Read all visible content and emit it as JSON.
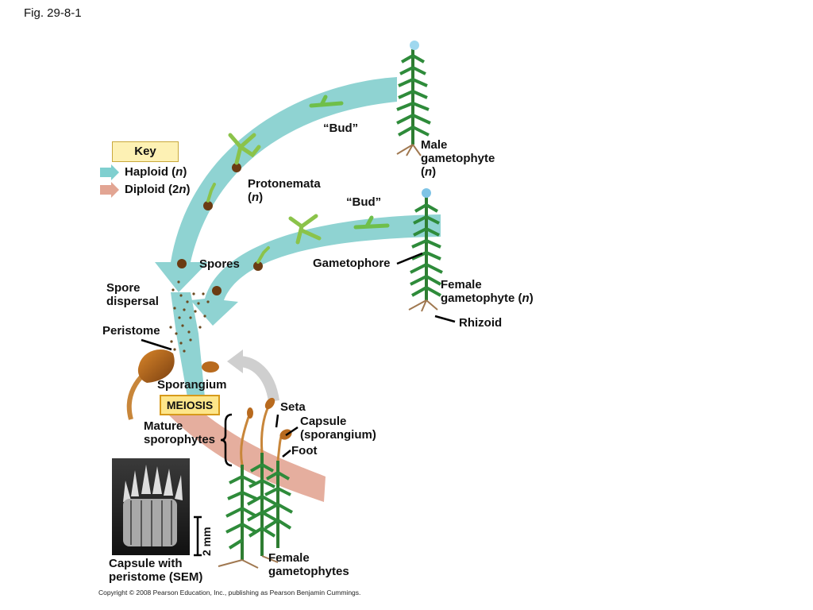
{
  "figure_label": "Fig. 29-8-1",
  "key": {
    "title": "Key",
    "haploid_label": "Haploid (",
    "haploid_n": "n",
    "diploid_label": "Diploid (2",
    "diploid_n": "n",
    "close_paren": ")",
    "haploid_color": "#7fcfcf",
    "diploid_color": "#e2a593"
  },
  "labels": {
    "bud_upper": "“Bud”",
    "bud_lower": "“Bud”",
    "male_gametophyte_line1": "Male",
    "male_gametophyte_line2": "gametophyte",
    "male_gametophyte_n": "n",
    "protonemata": "Protonemata",
    "protonemata_n": "n",
    "gametophore": "Gametophore",
    "spores": "Spores",
    "spore_dispersal_line1": "Spore",
    "spore_dispersal_line2": "dispersal",
    "peristome": "Peristome",
    "female_gametophyte_line1": "Female",
    "female_gametophyte_line2": "gametophyte (",
    "female_gametophyte_n": "n",
    "rhizoid": "Rhizoid",
    "sporangium": "Sporangium",
    "meiosis": "MEIOSIS",
    "seta": "Seta",
    "capsule_line1": "Capsule",
    "capsule_line2": "(sporangium)",
    "mature_sporophytes_line1": "Mature",
    "mature_sporophytes_line2": "sporophytes",
    "foot": "Foot",
    "female_gametophytes_line1": "Female",
    "female_gametophytes_line2": "gametophytes",
    "capsule_sem_line1": "Capsule with",
    "capsule_sem_line2": "peristome (SEM)",
    "scale_bar": "2 mm",
    "open_paren": "(",
    "close_paren": ")"
  },
  "copyright": "Copyright © 2008 Pearson Education, Inc., publishing as Pearson Benjamin Cummings."
}
